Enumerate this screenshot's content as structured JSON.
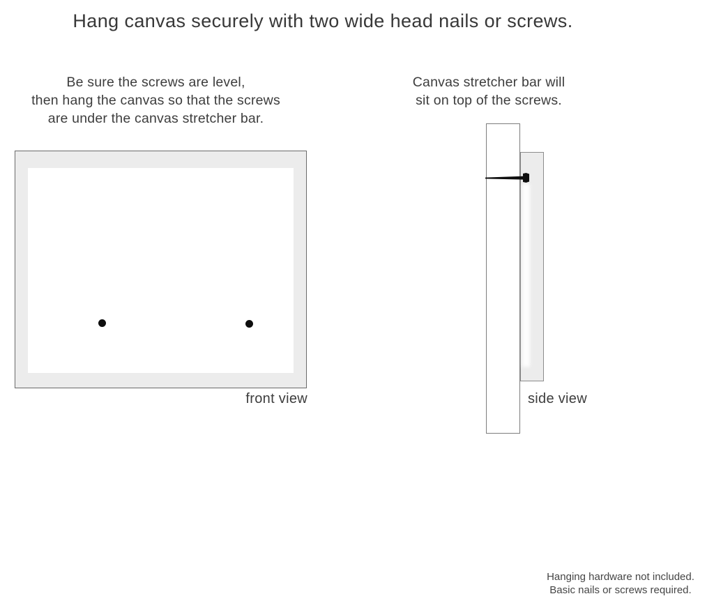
{
  "title": "Hang canvas securely with two wide head nails or screws.",
  "notes": {
    "left": {
      "lines": [
        "Be sure the screws are level,",
        "then hang the canvas so that the screws",
        "are under the canvas stretcher bar."
      ]
    },
    "right": {
      "lines": [
        "Canvas stretcher bar will",
        "sit on top of the screws."
      ]
    }
  },
  "views": {
    "front": {
      "label": "front view",
      "nail_count": 2
    },
    "side": {
      "label": "side view",
      "nail_count": 1
    }
  },
  "footer": {
    "lines": [
      "Hanging hardware not included.",
      "Basic nails or screws required."
    ]
  },
  "colors": {
    "text": "#3d3d3d",
    "canvas_fill": "#ececec",
    "front_border": "#6a6a6a",
    "bar_border": "#7c7c7c",
    "side_border": "#8c8c8c",
    "nail": "#0e0e0e",
    "bg": "#ffffff"
  }
}
